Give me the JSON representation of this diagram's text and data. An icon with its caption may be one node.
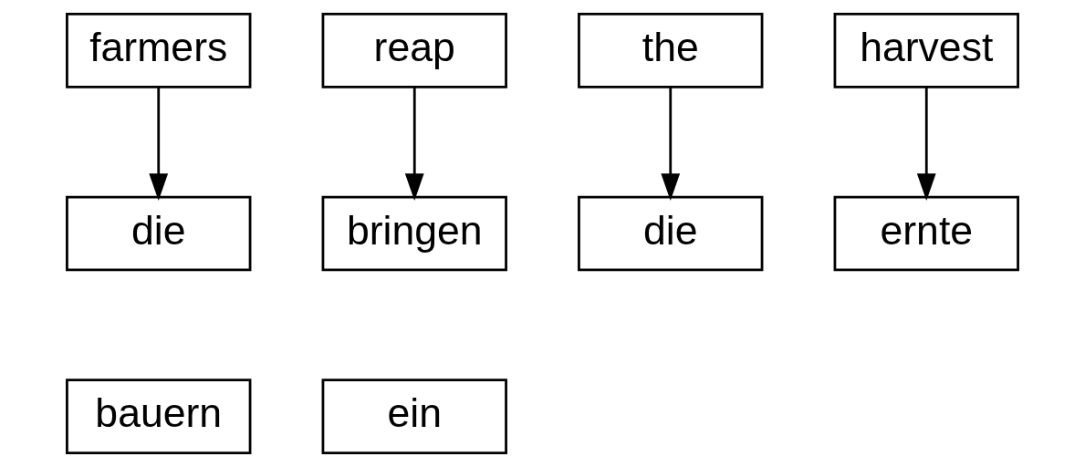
{
  "diagram": {
    "nodes": [
      {
        "text": [
          "farmers"
        ]
      },
      {
        "text": [
          "reap"
        ]
      },
      {
        "text": [
          "the"
        ]
      },
      {
        "text": [
          "harvest"
        ]
      },
      {
        "text": [
          "die"
        ]
      },
      {
        "text": [
          "bringen"
        ]
      },
      {
        "text": [
          "die"
        ]
      },
      {
        "text": [
          "ernte"
        ]
      },
      {
        "text": [
          "bauern"
        ]
      },
      {
        "text": [
          "ein"
        ]
      }
    ],
    "edges": [
      {
        "from": 0,
        "to": 4,
        "arrow": "to"
      },
      {
        "from": 1,
        "to": 5,
        "arrow": "to"
      },
      {
        "from": 2,
        "to": 6,
        "arrow": "to"
      },
      {
        "from": 3,
        "to": 7,
        "arrow": "to"
      }
    ]
  }
}
